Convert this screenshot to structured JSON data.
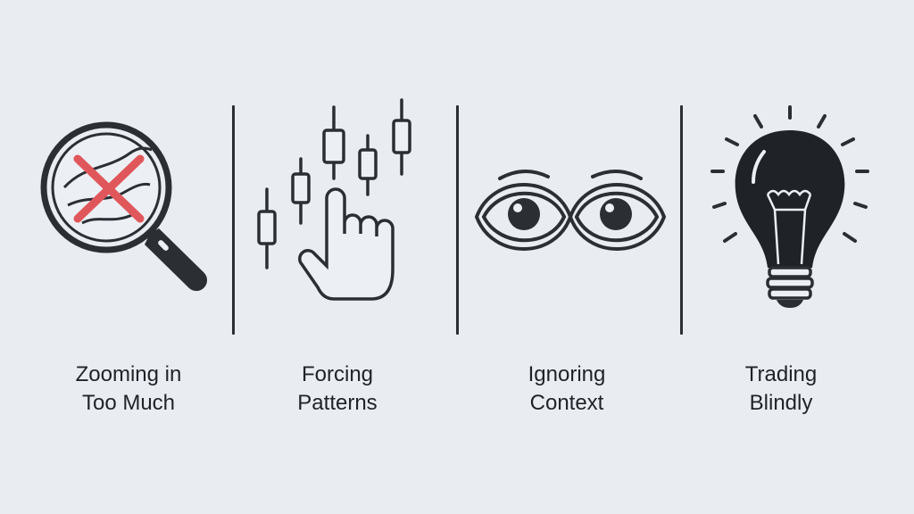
{
  "colors": {
    "background": "#e9ecf1",
    "ink": "#2b2e33",
    "accent_red": "#e0575b"
  },
  "panels": [
    {
      "icon": "magnifier-cross-icon",
      "caption": [
        "Zooming in",
        "Too Much"
      ]
    },
    {
      "icon": "candlestick-hand-icon",
      "caption": [
        "Forcing",
        "Patterns"
      ]
    },
    {
      "icon": "eyes-icon",
      "caption": [
        "Ignoring",
        "Context"
      ]
    },
    {
      "icon": "lightbulb-icon",
      "caption": [
        "Trading",
        "Blindly"
      ]
    }
  ]
}
